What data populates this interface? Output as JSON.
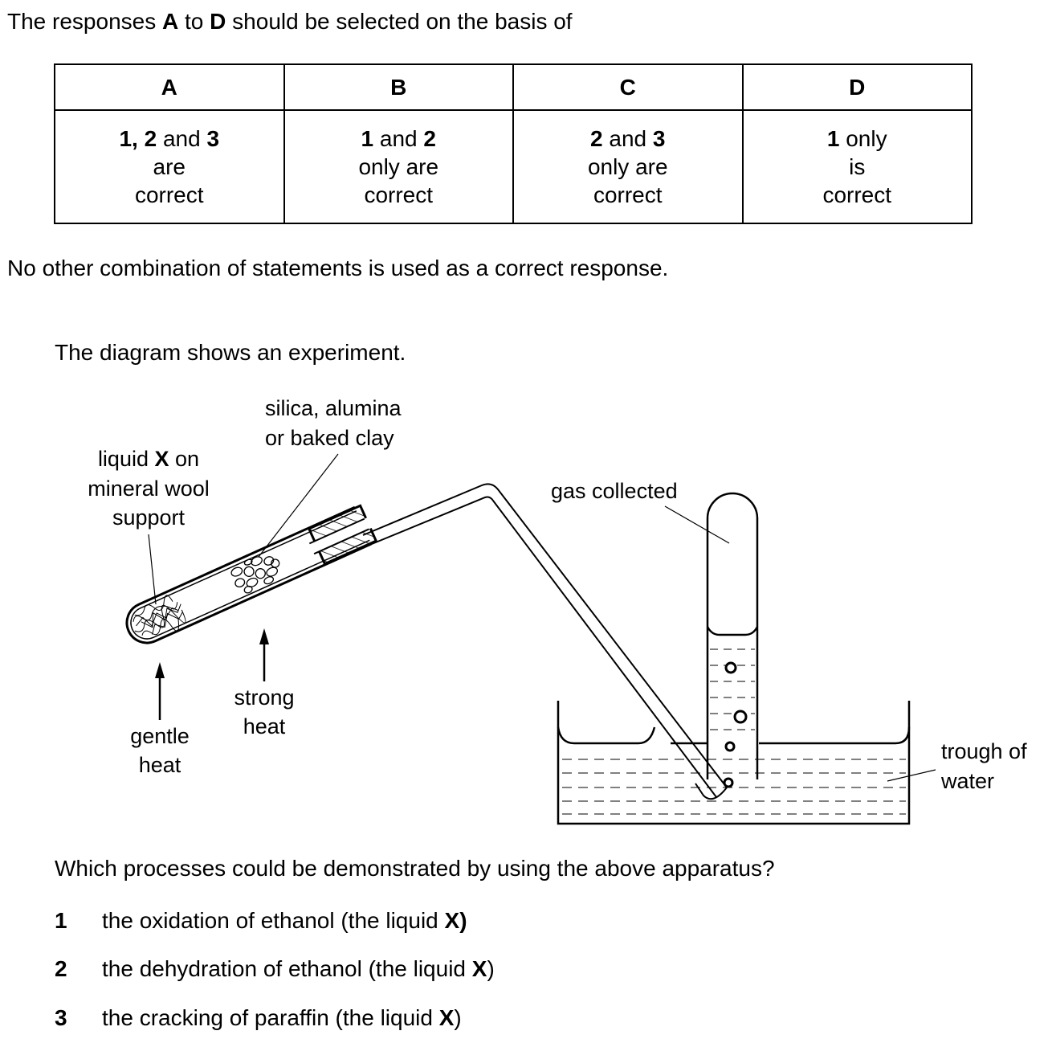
{
  "intro": {
    "pre": "The responses ",
    "a": "A",
    "mid": " to ",
    "d": "D",
    "post": " should be selected on the basis of"
  },
  "key_table": {
    "headers": [
      "A",
      "B",
      "C",
      "D"
    ],
    "cells": [
      {
        "bold1": "1, 2",
        "and": " and ",
        "bold2": "3",
        "line2": "are",
        "line3": "correct"
      },
      {
        "bold1": "1",
        "and": " and ",
        "bold2": "2",
        "line2": "only are",
        "line3": "correct"
      },
      {
        "bold1": "2",
        "and": " and ",
        "bold2": "3",
        "line2": "only are",
        "line3": "correct"
      },
      {
        "bold1": "1",
        "and": " only",
        "bold2": "",
        "line2": "is",
        "line3": "correct"
      }
    ]
  },
  "note": "No other combination of statements is used as a correct response.",
  "diagram_intro": "The diagram shows an experiment.",
  "labels": {
    "silica_1": "silica, alumina",
    "silica_2": "or baked clay",
    "liquid_1_pre": "liquid ",
    "liquid_1_x": "X",
    "liquid_1_post": " on",
    "liquid_2": "mineral wool",
    "liquid_3": "support",
    "gas": "gas collected",
    "strong_1": "strong",
    "strong_2": "heat",
    "gentle_1": "gentle",
    "gentle_2": "heat",
    "trough_1": "trough of",
    "trough_2": "water"
  },
  "question": "Which processes could be demonstrated by using the above apparatus?",
  "options": [
    {
      "num": "1",
      "text": "the oxidation of ethanol (the liquid ",
      "x": "X",
      "close": ")"
    },
    {
      "num": "2",
      "text": "the dehydration of ethanol (the liquid ",
      "x": "X",
      "close": ")"
    },
    {
      "num": "3",
      "text": "the cracking of paraffin (the liquid ",
      "x": "X",
      "close": ")"
    }
  ]
}
